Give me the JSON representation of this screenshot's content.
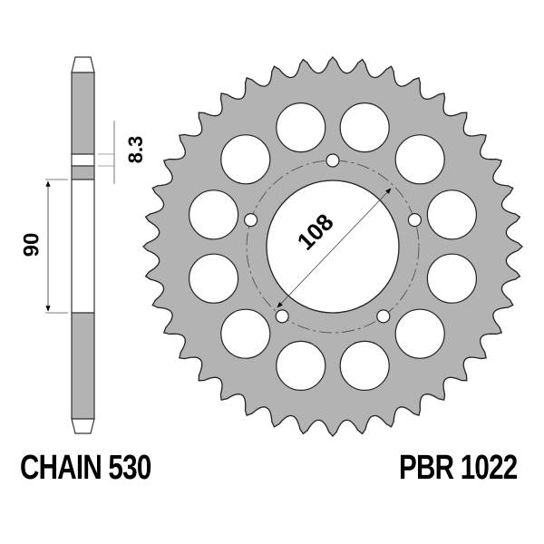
{
  "labels": {
    "chain": "CHAIN 530",
    "part_number": "PBR 1022"
  },
  "dimensions": {
    "tooth_width": "8.3",
    "hub_offset": "90",
    "center_bore": "108"
  },
  "sprocket": {
    "teeth": 40,
    "lightening_holes": 12,
    "bolt_holes": 5
  },
  "colors": {
    "metal": "#b3b3b3",
    "outline": "#222222",
    "background": "#ffffff",
    "text": "#000000"
  }
}
